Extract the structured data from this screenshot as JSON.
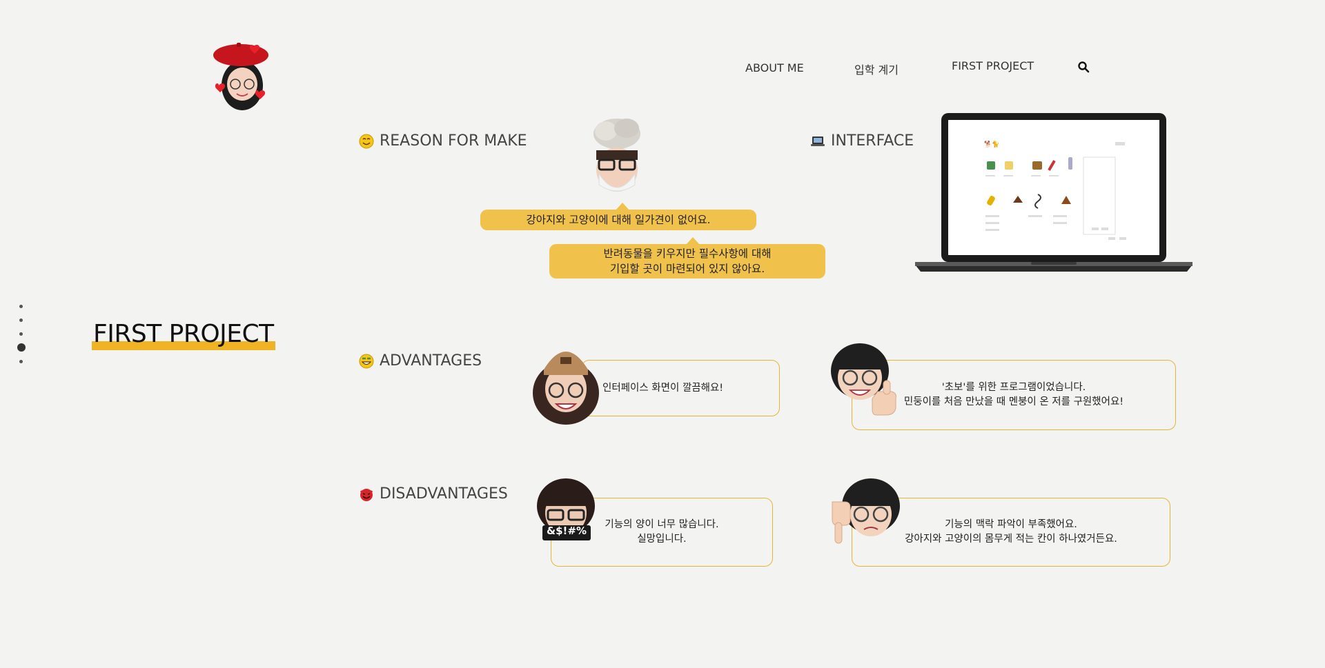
{
  "nav": {
    "items": [
      "ABOUT ME",
      "입학 계기",
      "FIRST PROJECT"
    ]
  },
  "page": {
    "title": "FIRST PROJECT"
  },
  "reason": {
    "heading": "REASON FOR MAKE",
    "bubble1": "강아지와 고양이에 대해 일가견이 없어요.",
    "bubble2_line1": "반려동물을 키우지만 필수사항에 대해",
    "bubble2_line2": "기입할 곳이 마련되어 있지 않아요."
  },
  "interface": {
    "heading": "INTERFACE"
  },
  "advantages": {
    "heading": "ADVANTAGES",
    "card1": "인터페이스 화면이 깔끔해요!",
    "card2_line1": "'초보'를 위한 프로그램이었습니다.",
    "card2_line2": "민둥이를 처음 만났을 때 멘붕이 온 저를 구원했어요!"
  },
  "disadvantages": {
    "heading": "DISADVANTAGES",
    "card1_line1": "기능의 양이 너무 많습니다.",
    "card1_line2": "실망입니다.",
    "card2_line1": "기능의 맥락 파악이 부족했어요.",
    "card2_line2": "강아지와 고양이의 몸무게 적는 칸이 하나였거든요.",
    "avatar1_text": "&$!#%"
  },
  "colors": {
    "accent": "#f0b323",
    "bubble": "#f0c14b",
    "card_border": "#e6b43a"
  },
  "side_nav": {
    "count": 5,
    "active_index": 3
  }
}
